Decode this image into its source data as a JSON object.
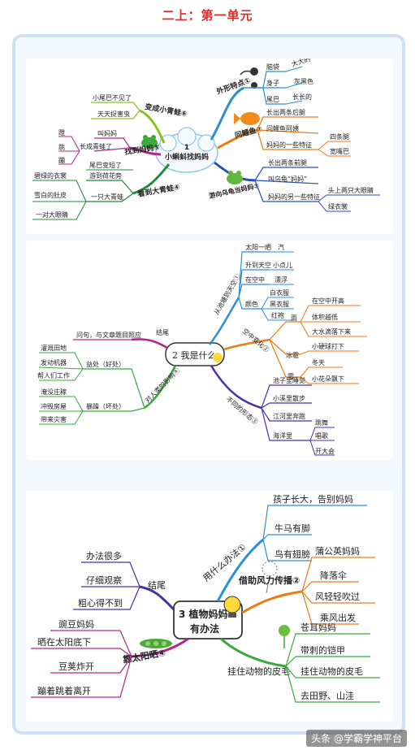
{
  "page_title": "二上：第一单元",
  "map1": {
    "center": "1\n小蝌蚪找妈妈",
    "waixing": "外形特点①",
    "waixing_items": [
      "脑袋",
      "身子",
      "尾巴"
    ],
    "waixing_values": [
      "大大的",
      "灰黑色",
      "长长的"
    ],
    "liyu": "问鲤鱼②",
    "liyu_items": [
      "长出两条后腿",
      "问鲤鱼阿姨",
      "妈妈的一些特征"
    ],
    "liyu_values": [
      "四条腿",
      "宽嘴巴"
    ],
    "wugui": "游向乌龟当妈妈③",
    "wugui_items": [
      "长出两条前腿",
      "叫乌龟“妈妈”",
      "妈妈的另一些特征"
    ],
    "wugui_values": [
      "头上两只大眼睛",
      "绿衣裳"
    ],
    "bian": "变成小青蛙⑥",
    "bian_items": [
      "小尾巴不见了",
      "天天捉害虫"
    ],
    "zhao": "找到妈妈⑤",
    "zhao_mid": [
      "叫妈妈",
      "长成青蛙了"
    ],
    "zhao_items": [
      "蹬",
      "跳",
      "蹦"
    ],
    "kan": "看到大青蛙④",
    "kan_mid": [
      "游到荷花旁",
      "一只大青蛙"
    ],
    "kan_top": "尾巴变短了",
    "kan_items": [
      "碧绿的衣裳",
      "雪白的肚皮",
      "一对大眼睛"
    ]
  },
  "map2": {
    "center": "2 我是什么",
    "sky": "从池塘到天空①",
    "sky_items": [
      "太阳一晒",
      "升到天空",
      "在空中",
      "颜色"
    ],
    "sky_values": [
      "汽",
      "小点儿",
      "漂浮",
      "白衣服",
      "黑衣服",
      "红袍"
    ],
    "change": "空中变化②",
    "change_items": [
      "雨",
      "冰雹",
      "雪"
    ],
    "change_values": [
      "在空中开高",
      "体积越低",
      "大水滴落下来",
      "小硬球打下",
      "冬天",
      "小花朵飘下"
    ],
    "place": "不同的形态③",
    "place_items": [
      "池子里睡觉",
      "小溪里散步",
      "江河里奔跑",
      "海洋里"
    ],
    "place_values": [
      "跳舞",
      "唱歌",
      "开大会"
    ],
    "ending": "结尾",
    "ending_item": "问句，与文章题目照应",
    "human": "对人类的影响④",
    "good": "益处（好处）",
    "good_items": [
      "灌溉田地",
      "发动机器",
      "帮人们工作"
    ],
    "bad": "暴躁（坏处）",
    "bad_items": [
      "淹没庄稼",
      "冲毁房屋",
      "带来灾害"
    ]
  },
  "map3": {
    "center": "3 植物妈妈\n有办法",
    "method": "用什么办法①",
    "method_items": [
      "孩子长大，告别妈妈",
      "牛马有脚",
      "鸟有翅膀"
    ],
    "wind": "借助风力传播②",
    "wind_items": [
      "蒲公英妈妈",
      "降落伞",
      "风轻轻吹过",
      "乘风出发"
    ],
    "animal": "挂住动物的皮毛",
    "animal_items": [
      "苍耳妈妈",
      "带刺的铠甲",
      "挂住动物的皮毛",
      "去田野、山洼"
    ],
    "sun": "靠太阳晒④",
    "sun_items": [
      "豌豆妈妈",
      "晒在太阳底下",
      "豆荚炸开",
      "蹦着跳着离开"
    ],
    "ending": "结尾",
    "ending_items": [
      "办法很多",
      "仔细观察",
      "粗心得不到"
    ]
  },
  "watermark": "头条 @学霸学神平台",
  "colors": {
    "title": "#d9302c",
    "blue": "#2b8fd6",
    "orange": "#f07a10",
    "green": "#3aa83a",
    "purple": "#b0278c",
    "dark": "#222222"
  }
}
